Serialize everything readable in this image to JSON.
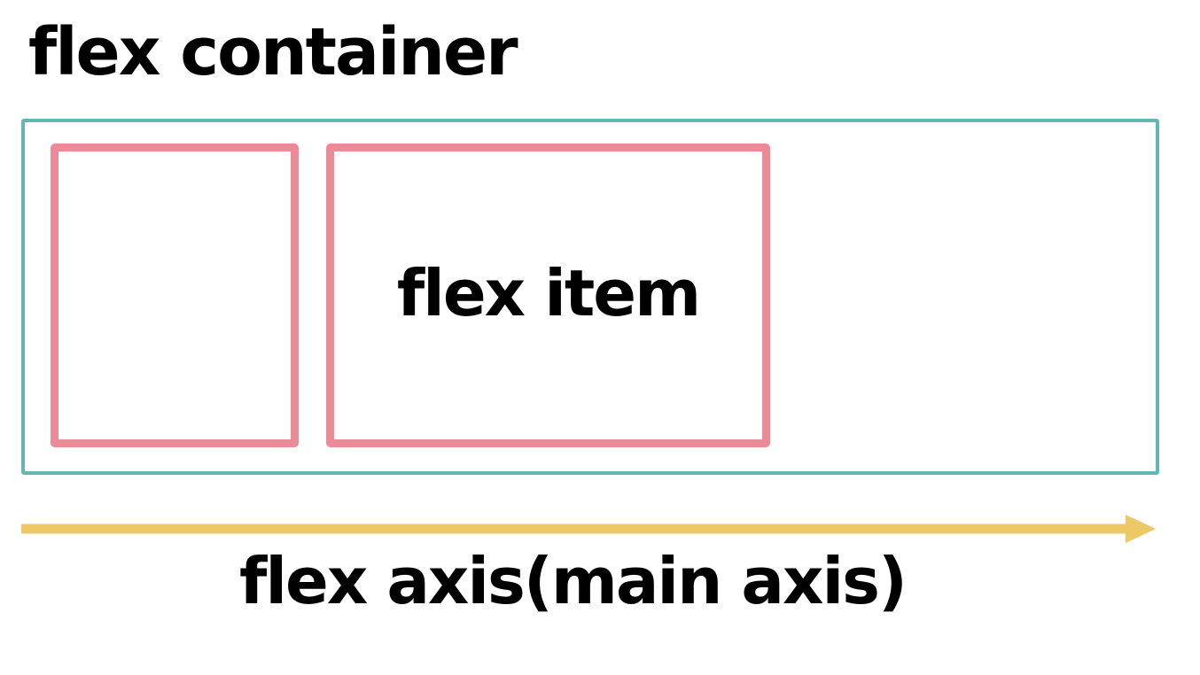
{
  "title": "flex container",
  "items": [
    {
      "label": ""
    },
    {
      "label": "flex item"
    }
  ],
  "axis": {
    "label": "flex axis(main axis)"
  },
  "colors": {
    "container_border": "#66B6B6",
    "item_border": "#EA8C98",
    "axis_arrow": "#EDC866",
    "text": "#000000",
    "background": "#FFFFFF"
  }
}
